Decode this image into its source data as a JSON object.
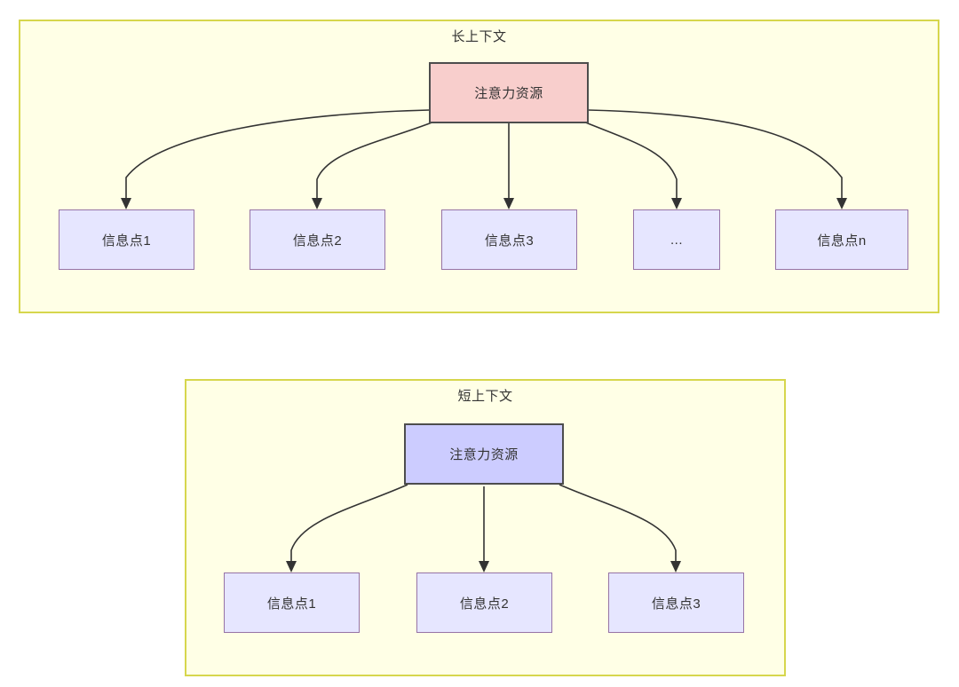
{
  "diagram": {
    "type": "diagram",
    "background_color": "#ffffff",
    "panels": [
      {
        "id": "long-context",
        "title": "长上下文",
        "panel_fill": "#ffffe6",
        "panel_stroke": "#d6d64d",
        "root": {
          "label": "注意力资源",
          "fill": "#f8cecc",
          "stroke": "#4d4d4d"
        },
        "children": [
          {
            "label": "信息点1",
            "fill": "#e6e6ff",
            "stroke": "#9673a6"
          },
          {
            "label": "信息点2",
            "fill": "#e6e6ff",
            "stroke": "#9673a6"
          },
          {
            "label": "信息点3",
            "fill": "#e6e6ff",
            "stroke": "#9673a6"
          },
          {
            "label": "...",
            "fill": "#e6e6ff",
            "stroke": "#9673a6"
          },
          {
            "label": "信息点n",
            "fill": "#e6e6ff",
            "stroke": "#9673a6"
          }
        ]
      },
      {
        "id": "short-context",
        "title": "短上下文",
        "panel_fill": "#ffffe6",
        "panel_stroke": "#d6d64d",
        "root": {
          "label": "注意力资源",
          "fill": "#ccccff",
          "stroke": "#4d4d4d"
        },
        "children": [
          {
            "label": "信息点1",
            "fill": "#e6e6ff",
            "stroke": "#9673a6"
          },
          {
            "label": "信息点2",
            "fill": "#e6e6ff",
            "stroke": "#9673a6"
          },
          {
            "label": "信息点3",
            "fill": "#e6e6ff",
            "stroke": "#9673a6"
          }
        ]
      }
    ]
  }
}
